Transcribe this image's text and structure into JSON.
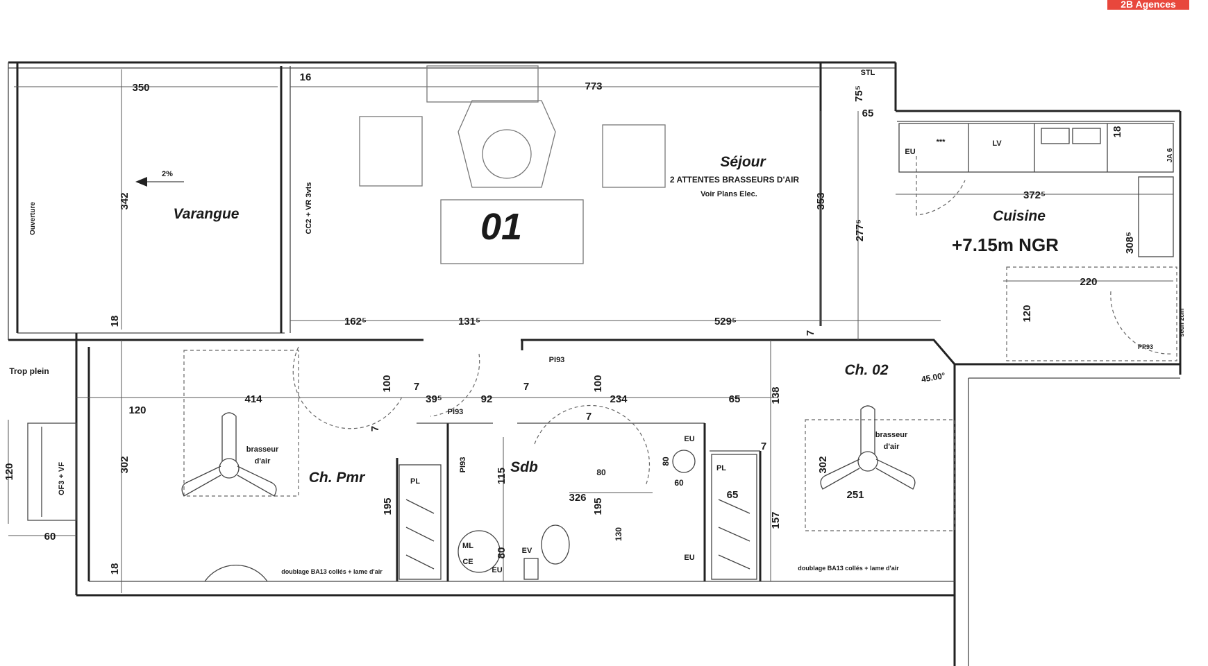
{
  "badge": "2B Agences",
  "rooms": {
    "sejour": "Séjour",
    "varangue": "Varangue",
    "cuisine": "Cuisine",
    "ch_pmr": "Ch. Pmr",
    "ch_02": "Ch. 02",
    "sdb": "Sdb"
  },
  "unit_number": "01",
  "level": "+7.15m NGR",
  "notes": {
    "attentes": "2 ATTENTES BRASSEURS D'AIR",
    "voir_plans": "Voir Plans Elec.",
    "trop_plein": "Trop plein",
    "brasseur_1": "brasseur",
    "brasseur_2": "d'air",
    "doublage": "doublage BA13 collés + lame d'air",
    "slope": "2%",
    "ouverture": "Ouverture",
    "window_label": "CC2 + VR 3vts",
    "of_label": "OF3 + VF",
    "stl": "STL",
    "seuil": "seuil 2cm"
  },
  "fixtures": {
    "pl_left": "PL",
    "pl_right": "PL",
    "ml": "ML",
    "ce": "CE",
    "ev": "EV",
    "eu": "EU",
    "lv": "LV",
    "stars": "***",
    "ja": "JA 6",
    "pi93": "PI93",
    "pp93": "PP93"
  },
  "dims": {
    "d350": "350",
    "d16": "16",
    "d773": "773",
    "d75": "75⁵",
    "d65a": "65",
    "d18a": "18",
    "d342": "342",
    "d18b": "18",
    "d162": "162⁵",
    "d131": "131⁵",
    "d529": "529⁵",
    "d353": "353",
    "d277": "277⁵",
    "d372": "372⁵",
    "d308": "308⁵",
    "d220": "220",
    "d120a": "120",
    "d7a": "7",
    "d45": "45.00°",
    "d120b": "120",
    "d414": "414",
    "d100a": "100",
    "d7b": "7",
    "d39": "39⁵",
    "d92": "92",
    "d7c": "7",
    "d100b": "100",
    "d234": "234",
    "d65b": "65",
    "d138": "138",
    "d7d": "7",
    "d7e": "7",
    "d302a": "302",
    "d120c": "120",
    "d60": "60",
    "d18c": "18",
    "d195a": "195",
    "d115": "115",
    "d80a": "80",
    "d326": "326",
    "d195b": "195",
    "d80b": "80",
    "d60b": "60",
    "d65c": "65",
    "d157": "157",
    "d302b": "302",
    "d251": "251",
    "d80c": "80",
    "d130": "130",
    "d7f": "7"
  },
  "colors": {
    "badge": "#e8473c",
    "ink": "#1a1a1a"
  }
}
